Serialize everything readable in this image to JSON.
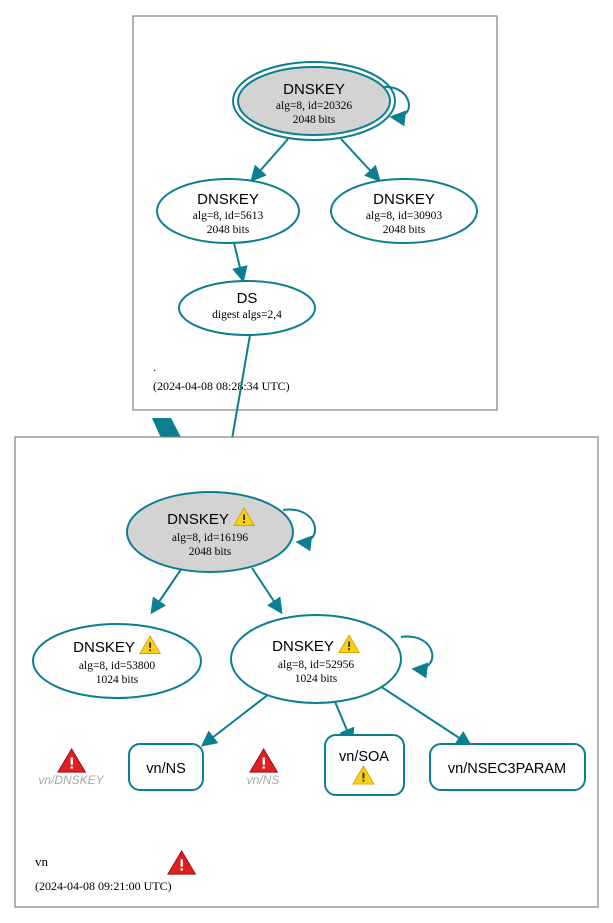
{
  "diagram": {
    "type": "dnssec-authentication-chain",
    "colors": {
      "edge": "#0a7f90",
      "node_fill_secure": "#d3d3d3",
      "zone_border": "#808080",
      "warning": "#f7d117",
      "error": "#e02020",
      "error_label": "#a8a8a8"
    }
  },
  "zones": [
    {
      "id": "root",
      "label": ".",
      "timestamp": "(2024-04-08 08:28:34 UTC)",
      "status_icon": "",
      "nodes": [
        {
          "id": "root-ksk",
          "shape": "doubleellipse",
          "fill": "gray",
          "title": "DNSKEY",
          "line2": "alg=8, id=20326",
          "line3": "2048 bits",
          "icon": "",
          "self_loop": true
        },
        {
          "id": "root-zsk-5613",
          "shape": "ellipse",
          "fill": "white",
          "title": "DNSKEY",
          "line2": "alg=8, id=5613",
          "line3": "2048 bits",
          "icon": "",
          "self_loop": false
        },
        {
          "id": "root-zsk-30903",
          "shape": "ellipse",
          "fill": "white",
          "title": "DNSKEY",
          "line2": "alg=8, id=30903",
          "line3": "2048 bits",
          "icon": "",
          "self_loop": false
        },
        {
          "id": "root-ds",
          "shape": "ellipse",
          "fill": "white",
          "title": "DS",
          "line2": "digest algs=2,4",
          "line3": "",
          "icon": "",
          "self_loop": false
        }
      ]
    },
    {
      "id": "vn",
      "label": "vn",
      "timestamp": "(2024-04-08 09:21:00 UTC)",
      "status_icon": "error-triangle-icon",
      "nodes": [
        {
          "id": "vn-ksk",
          "shape": "ellipse",
          "fill": "gray",
          "title": "DNSKEY",
          "line2": "alg=8, id=16196",
          "line3": "2048 bits",
          "icon": "warning-triangle-icon",
          "self_loop": true
        },
        {
          "id": "vn-zsk-53800",
          "shape": "ellipse",
          "fill": "white",
          "title": "DNSKEY",
          "line2": "alg=8, id=53800",
          "line3": "1024 bits",
          "icon": "warning-triangle-icon",
          "self_loop": false
        },
        {
          "id": "vn-zsk-52956",
          "shape": "ellipse",
          "fill": "white",
          "title": "DNSKEY",
          "line2": "alg=8, id=52956",
          "line3": "1024 bits",
          "icon": "warning-triangle-icon",
          "self_loop": true
        }
      ],
      "rrsets": [
        {
          "id": "vn-ns",
          "label": "vn/NS",
          "icon": ""
        },
        {
          "id": "vn-soa",
          "label": "vn/SOA",
          "icon": "warning-triangle-icon"
        },
        {
          "id": "vn-nsec3param",
          "label": "vn/NSEC3PARAM",
          "icon": ""
        }
      ],
      "errors": [
        {
          "id": "err-vn-dnskey",
          "label": "vn/DNSKEY",
          "icon": "error-triangle-icon"
        },
        {
          "id": "err-vn-ns",
          "label": "vn/NS",
          "icon": "error-triangle-icon"
        }
      ]
    }
  ],
  "edges": [
    {
      "from": "root-ksk",
      "to": "root-ksk",
      "kind": "self-loop"
    },
    {
      "from": "root-ksk",
      "to": "root-zsk-5613",
      "kind": "signs"
    },
    {
      "from": "root-ksk",
      "to": "root-zsk-30903",
      "kind": "signs"
    },
    {
      "from": "root-zsk-5613",
      "to": "root-ds",
      "kind": "signs"
    },
    {
      "from": "root-ds",
      "to": "vn-ksk",
      "kind": "delegation"
    },
    {
      "from": "vn-ksk",
      "to": "vn-ksk",
      "kind": "self-loop"
    },
    {
      "from": "vn-ksk",
      "to": "vn-zsk-53800",
      "kind": "signs"
    },
    {
      "from": "vn-ksk",
      "to": "vn-zsk-52956",
      "kind": "signs"
    },
    {
      "from": "vn-zsk-52956",
      "to": "vn-zsk-52956",
      "kind": "self-loop"
    },
    {
      "from": "vn-zsk-52956",
      "to": "vn-ns",
      "kind": "signs"
    },
    {
      "from": "vn-zsk-52956",
      "to": "vn-soa",
      "kind": "signs"
    },
    {
      "from": "vn-zsk-52956",
      "to": "vn-nsec3param",
      "kind": "signs"
    }
  ]
}
